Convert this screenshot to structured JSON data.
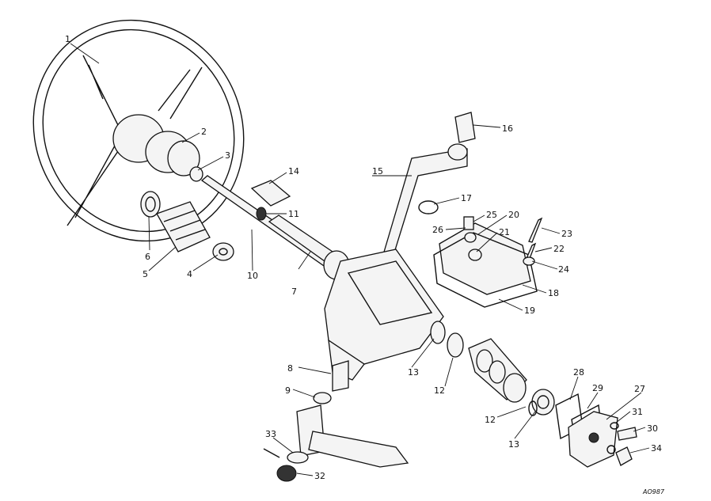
{
  "labels": {
    "p1": "1",
    "p2": "2",
    "p3": "3",
    "p4": "4",
    "p5": "5",
    "p6": "6",
    "p7": "7",
    "p8": "8",
    "p9": "9",
    "p10": "10",
    "p11": "11",
    "p12a": "12",
    "p12b": "12",
    "p13a": "13",
    "p13b": "13",
    "p14": "14",
    "p15": "15",
    "p16": "16",
    "p17": "17",
    "p18": "18",
    "p19": "19",
    "p20": "20",
    "p21": "21",
    "p22": "22",
    "p23": "23",
    "p24": "24",
    "p25": "25",
    "p26": "26",
    "p27": "27",
    "p28": "28",
    "p29": "29",
    "p30": "30",
    "p31": "31",
    "p32": "32",
    "p33": "33",
    "p34": "34"
  },
  "drawing_code": "AO987"
}
